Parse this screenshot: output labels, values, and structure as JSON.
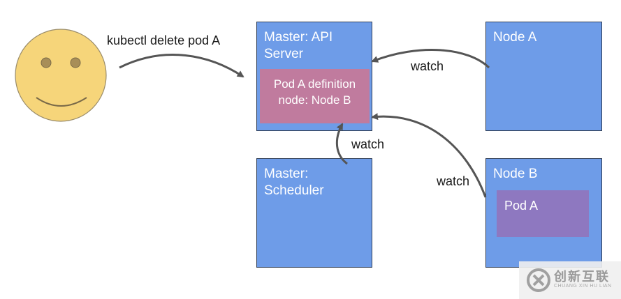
{
  "user": {
    "icon": "smiley-face-icon"
  },
  "command": "kubectl delete pod A",
  "boxes": {
    "api_server": {
      "label": "Master: API\nServer"
    },
    "pod_definition": {
      "label": "Pod A definition\nnode: Node B"
    },
    "scheduler": {
      "label": "Master:\nScheduler"
    },
    "node_a": {
      "label": "Node A"
    },
    "node_b": {
      "label": "Node B"
    },
    "pod_a": {
      "label": "Pod A"
    }
  },
  "watch_labels": {
    "node_a": "watch",
    "scheduler": "watch",
    "node_b": "watch"
  },
  "watermark": {
    "text": "创新互联",
    "sub": "CHUANG XIN HU LIAN",
    "icon": "logo-icon"
  },
  "colors": {
    "box_fill": "#6e9ce8",
    "pod_definition_fill": "#c07b9e",
    "pod_fill": "#8e78c0",
    "face_fill": "#f6d57a",
    "arrow": "#555555"
  }
}
